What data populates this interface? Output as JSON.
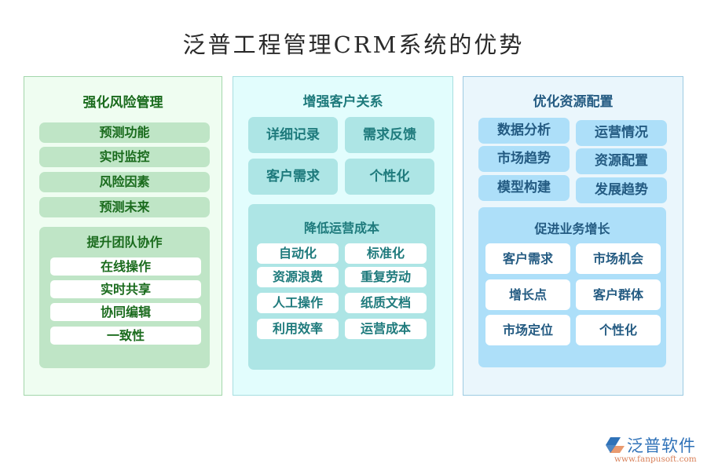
{
  "title": "泛普工程管理CRM系统的优势",
  "colors": {
    "panel1_bg": "#effdf1",
    "panel1_accent": "#bfe5c6",
    "panel1_text": "#1a6b1d",
    "panel2_bg": "#e2fdfd",
    "panel2_accent": "#ade5e5",
    "panel2_text": "#1e7a7c",
    "panel3_bg": "#eaf6fc",
    "panel3_accent": "#addff9",
    "panel3_text": "#245b82"
  },
  "panels": [
    {
      "title": "强化风险管理",
      "items": [
        "预测功能",
        "实时监控",
        "风险因素",
        "预测未来"
      ],
      "sub": {
        "title": "提升团队协作",
        "items": [
          "在线操作",
          "实时共享",
          "协同编辑",
          "一致性"
        ]
      }
    },
    {
      "title": "增强客户关系",
      "items": [
        "详细记录",
        "需求反馈",
        "客户需求",
        "个性化"
      ],
      "sub": {
        "title": "降低运营成本",
        "items": [
          "自动化",
          "标准化",
          "资源浪费",
          "重复劳动",
          "人工操作",
          "纸质文档",
          "利用效率",
          "运营成本"
        ]
      }
    },
    {
      "title": "优化资源配置",
      "items": [
        "数据分析",
        "运营情况",
        "市场趋势",
        "资源配置",
        "模型构建",
        "发展趋势"
      ],
      "sub": {
        "title": "促进业务增长",
        "items": [
          "客户需求",
          "市场机会",
          "增长点",
          "客户群体",
          "市场定位",
          "个性化"
        ]
      }
    }
  ],
  "logo": {
    "name": "泛普软件",
    "url": "www.fanpusoft.com",
    "icon": "fanpu-logo-icon"
  }
}
